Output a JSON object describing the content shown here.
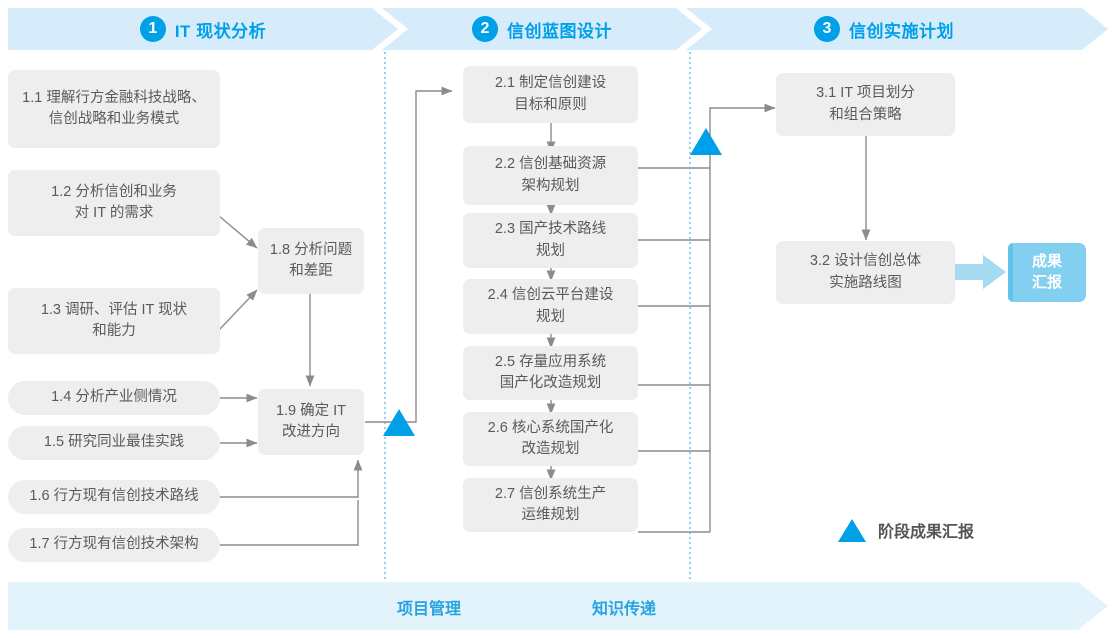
{
  "phases": [
    {
      "number": "1",
      "label": "IT 现状分析"
    },
    {
      "number": "2",
      "label": "信创蓝图设计"
    },
    {
      "number": "3",
      "label": "信创实施计划"
    }
  ],
  "column1": [
    {
      "id": "1.1",
      "text": "1.1 理解行方金融科技战略、\n信创战略和业务模式"
    },
    {
      "id": "1.2",
      "text": "1.2 分析信创和业务\n对 IT 的需求"
    },
    {
      "id": "1.3",
      "text": "1.3 调研、评估 IT 现状\n和能力"
    },
    {
      "id": "1.4",
      "text": "1.4 分析产业侧情况"
    },
    {
      "id": "1.5",
      "text": "1.5 研究同业最佳实践"
    },
    {
      "id": "1.6",
      "text": "1.6 行方现有信创技术路线"
    },
    {
      "id": "1.7",
      "text": "1.7 行方现有信创技术架构"
    },
    {
      "id": "1.8",
      "text": "1.8 分析问题\n和差距"
    },
    {
      "id": "1.9",
      "text": "1.9 确定 IT\n改进方向"
    }
  ],
  "column2": [
    {
      "id": "2.1",
      "text": "2.1 制定信创建设\n目标和原则"
    },
    {
      "id": "2.2",
      "text": "2.2 信创基础资源\n架构规划"
    },
    {
      "id": "2.3",
      "text": "2.3 国产技术路线\n规划"
    },
    {
      "id": "2.4",
      "text": "2.4 信创云平台建设\n规划"
    },
    {
      "id": "2.5",
      "text": "2.5 存量应用系统\n国产化改造规划"
    },
    {
      "id": "2.6",
      "text": "2.6 核心系统国产化\n改造规划"
    },
    {
      "id": "2.7",
      "text": "2.7 信创系统生产\n运维规划"
    }
  ],
  "column3": [
    {
      "id": "3.1",
      "text": "3.1 IT 项目划分\n和组合策略"
    },
    {
      "id": "3.2",
      "text": "3.2 设计信创总体\n实施路线图"
    }
  ],
  "result": {
    "text": "成果\n汇报"
  },
  "legend": {
    "label": "阶段成果汇报"
  },
  "bottom": {
    "items": [
      "项目管理",
      "知识传递"
    ]
  },
  "colors": {
    "accent": "#00a0e9",
    "band": "#d6ecfa",
    "bottom_band": "#e3f3fc",
    "box": "#eeeeee",
    "box_text": "#5a5a5a",
    "result_chip": "#82cff0",
    "wire": "#8c8c8c",
    "divider": "#3fb3e8"
  }
}
